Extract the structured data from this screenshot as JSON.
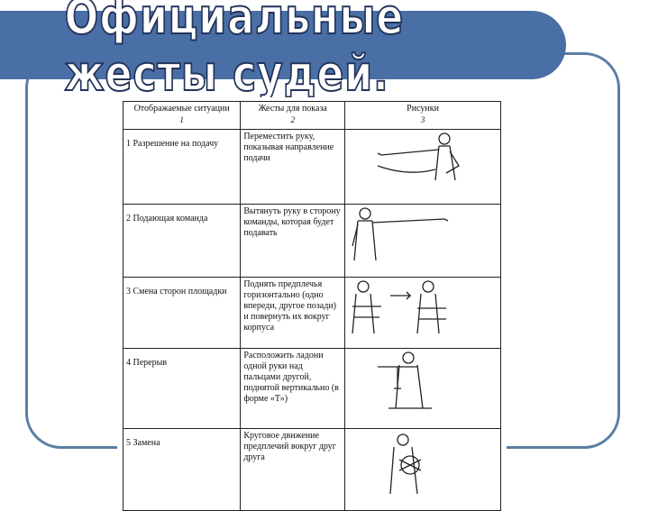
{
  "slide": {
    "title": "Официальные жесты судей."
  },
  "table": {
    "headers": [
      {
        "label": "Отображаемые ситуации",
        "num": "1"
      },
      {
        "label": "Жесты для показа",
        "num": "2"
      },
      {
        "label": "Рисунки",
        "num": "3"
      }
    ],
    "rows": [
      {
        "situation": "1 Разрешение на подачу",
        "gesture": "Переместить руку, показывая направление подачи",
        "figure_icon": "serve-permission-figure"
      },
      {
        "situation": "2 Подающая команда",
        "gesture": "Вытянуть руку в сторону команды, которая будет подавать",
        "figure_icon": "serving-team-figure"
      },
      {
        "situation": "3 Смена сторон площадки",
        "gesture": "Поднять предплечья горизонтально (одно впереди, другое позади) и повернуть их вокруг корпуса",
        "figure_icon": "change-courts-figure"
      },
      {
        "situation": "4 Перерыв",
        "gesture": "Расположить ладони одной руки над пальцами другой, поднятой вертикально (в форме «Т»)",
        "figure_icon": "time-out-figure"
      },
      {
        "situation": "5 Замена",
        "gesture": "Круговое движение предплечий вокруг друг друга",
        "figure_icon": "substitution-figure"
      }
    ]
  },
  "colors": {
    "title_bar": "#4a6fa6",
    "frame": "#5b7ea3",
    "title_text": "#ffffff"
  }
}
